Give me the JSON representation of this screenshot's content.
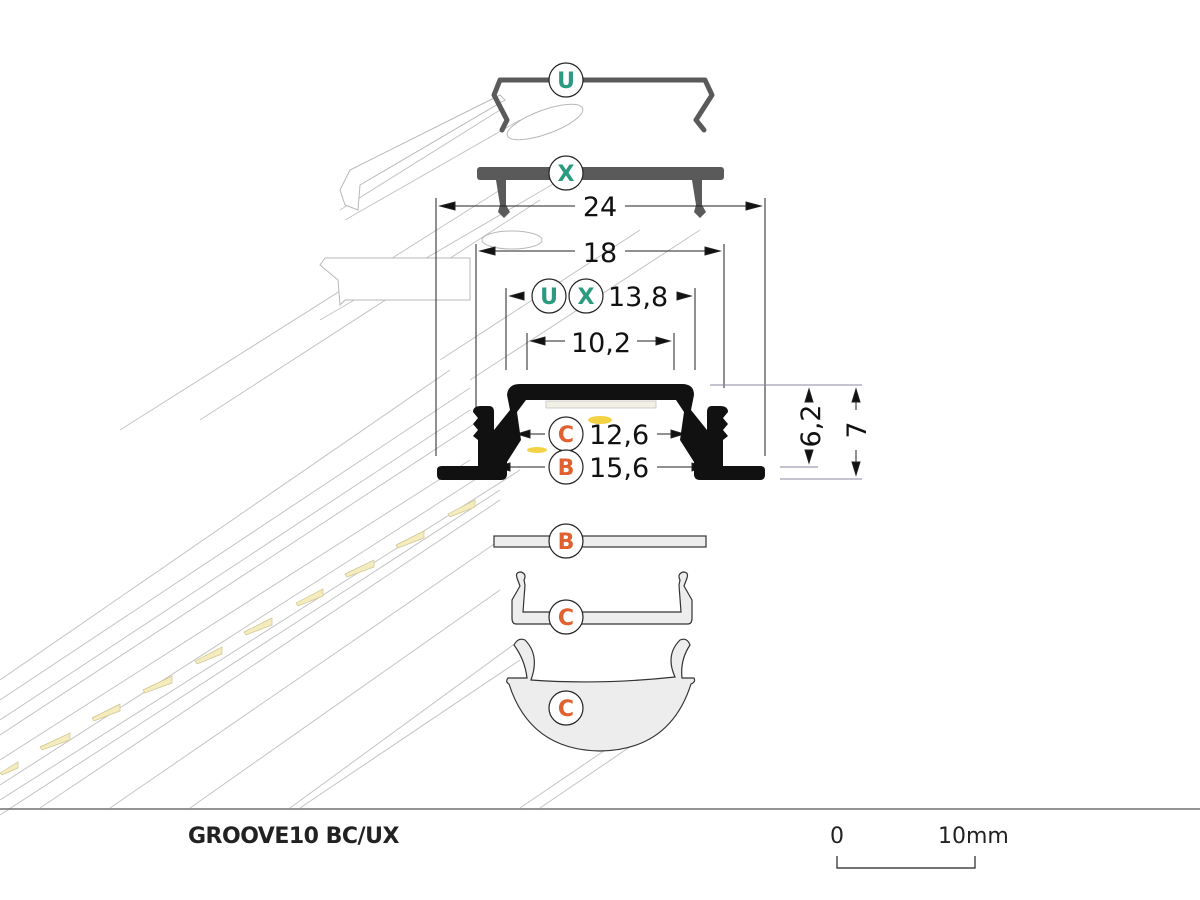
{
  "product": {
    "name": "GROOVE10 BC/UX"
  },
  "scale_bar": {
    "start_label": "0",
    "end_label": "10mm"
  },
  "colors": {
    "teal_label": "#2a9a80",
    "orange_label": "#e0612f",
    "profile_black": "#111111",
    "cover_gray": "#5a5a5a",
    "diffuser_fill": "#ededed",
    "led_yellow": "#f2e9a8",
    "perspective_line": "#bfbfbf"
  },
  "components": [
    {
      "id": "U",
      "label": "U",
      "color_key": "teal_label",
      "description": "U clip (spring mounting)"
    },
    {
      "id": "X",
      "label": "X",
      "color_key": "teal_label",
      "description": "X flange cover"
    },
    {
      "id": "B",
      "label": "B",
      "color_key": "orange_label",
      "description": "B flat cover"
    },
    {
      "id": "C1",
      "label": "C",
      "color_key": "orange_label",
      "description": "C clip-in cover"
    },
    {
      "id": "C2",
      "label": "C",
      "color_key": "orange_label",
      "description": "C rounded diffuser"
    }
  ],
  "dimensions": {
    "width_total": "24",
    "width_flange_inner": "18",
    "ux_width": "13,8",
    "channel_width": "10,2",
    "c_width": "12,6",
    "b_width": "15,6",
    "height_inner": "6,2",
    "height_total": "7"
  },
  "dim_labels": {
    "ux_badges": [
      "U",
      "X"
    ],
    "c_badge": "C",
    "b_badge": "B"
  }
}
